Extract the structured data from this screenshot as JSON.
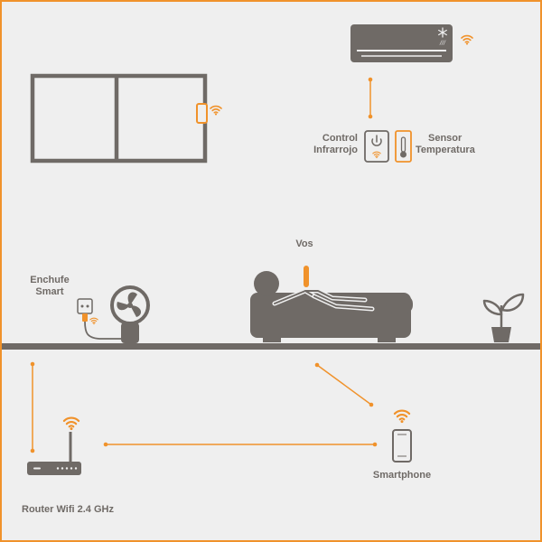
{
  "labels": {
    "control_infrarrojo": [
      "Control",
      "Infrarrojo"
    ],
    "sensor_temperatura": [
      "Sensor",
      "Temperatura"
    ],
    "vos": "Vos",
    "enchufe_smart": [
      "Enchufe",
      "Smart"
    ],
    "smartphone": "Smartphone",
    "router": "Router Wifi 2.4 GHz"
  },
  "colors": {
    "background": "#efefef",
    "frame": "#f0922b",
    "device": "#6f6a66",
    "accent": "#f0922b",
    "text": "#6f6a66"
  }
}
